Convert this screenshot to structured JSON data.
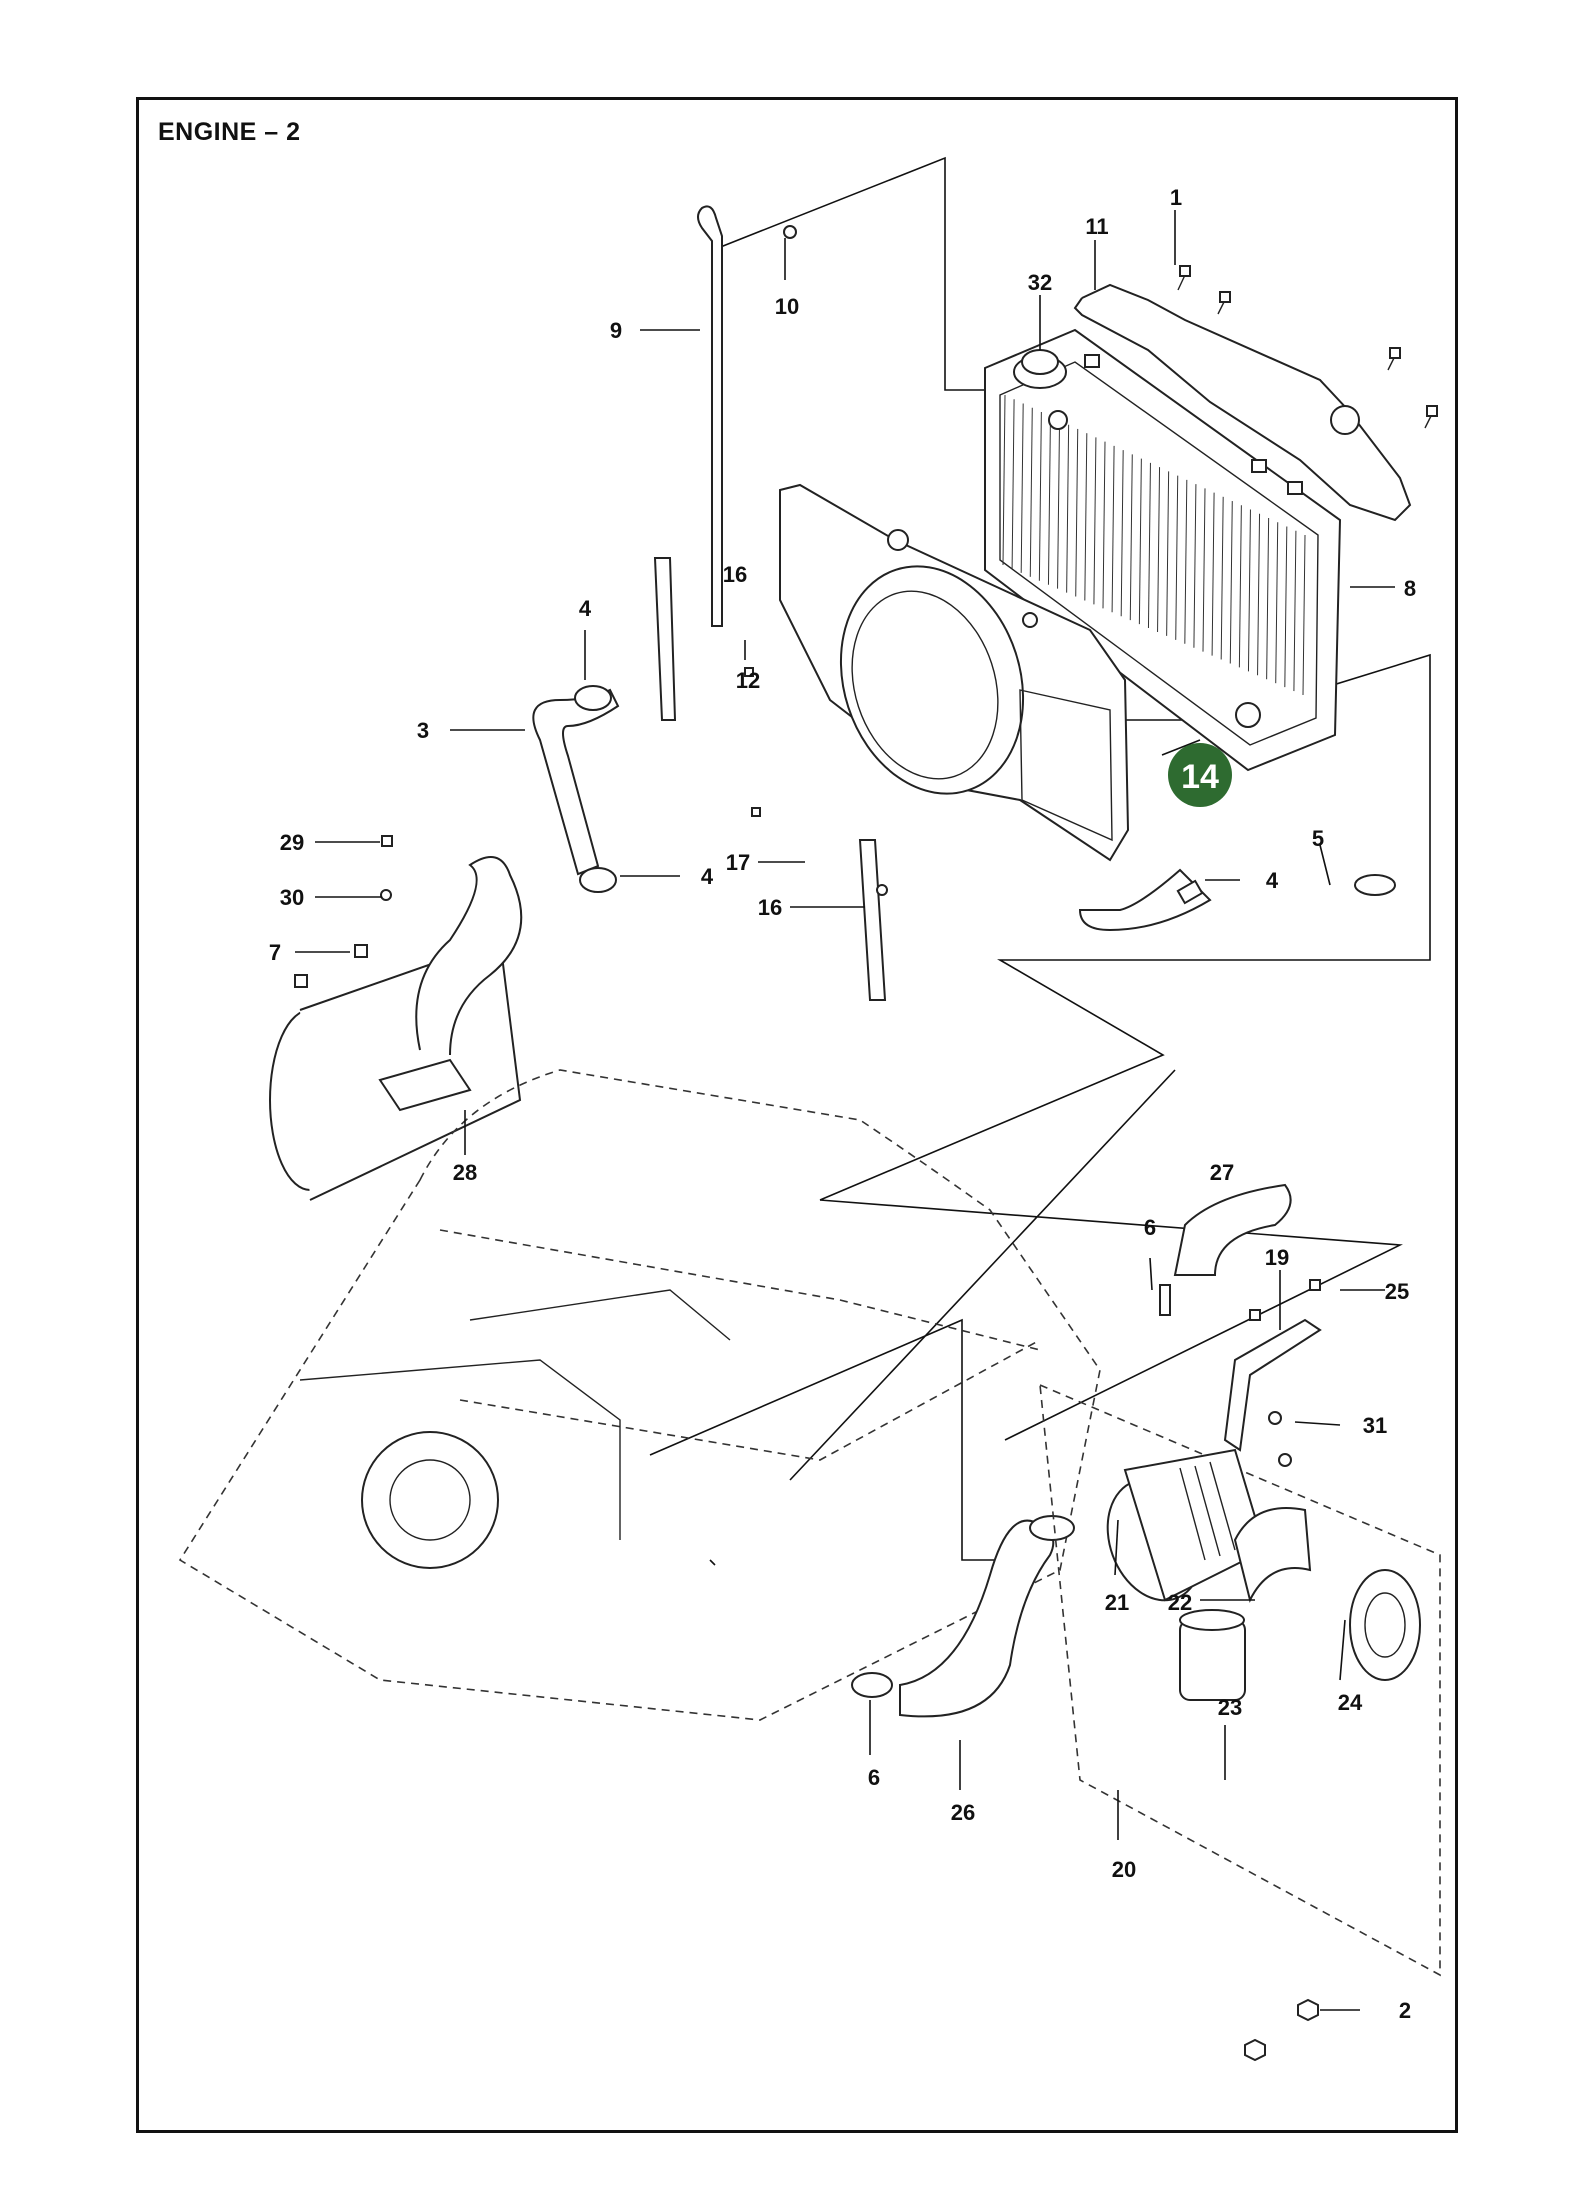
{
  "title": "ENGINE – 2",
  "highlight": {
    "number": "14",
    "color": "#2e6b30"
  },
  "callouts": [
    {
      "n": "1"
    },
    {
      "n": "11"
    },
    {
      "n": "32"
    },
    {
      "n": "10"
    },
    {
      "n": "9"
    },
    {
      "n": "16"
    },
    {
      "n": "4"
    },
    {
      "n": "12"
    },
    {
      "n": "8"
    },
    {
      "n": "3"
    },
    {
      "n": "29"
    },
    {
      "n": "30"
    },
    {
      "n": "17"
    },
    {
      "n": "16"
    },
    {
      "n": "4"
    },
    {
      "n": "4"
    },
    {
      "n": "5"
    },
    {
      "n": "7"
    },
    {
      "n": "28"
    },
    {
      "n": "27"
    },
    {
      "n": "6"
    },
    {
      "n": "19"
    },
    {
      "n": "25"
    },
    {
      "n": "31"
    },
    {
      "n": "21"
    },
    {
      "n": "22"
    },
    {
      "n": "24"
    },
    {
      "n": "23"
    },
    {
      "n": "6"
    },
    {
      "n": "26"
    },
    {
      "n": "20"
    },
    {
      "n": "2"
    }
  ]
}
